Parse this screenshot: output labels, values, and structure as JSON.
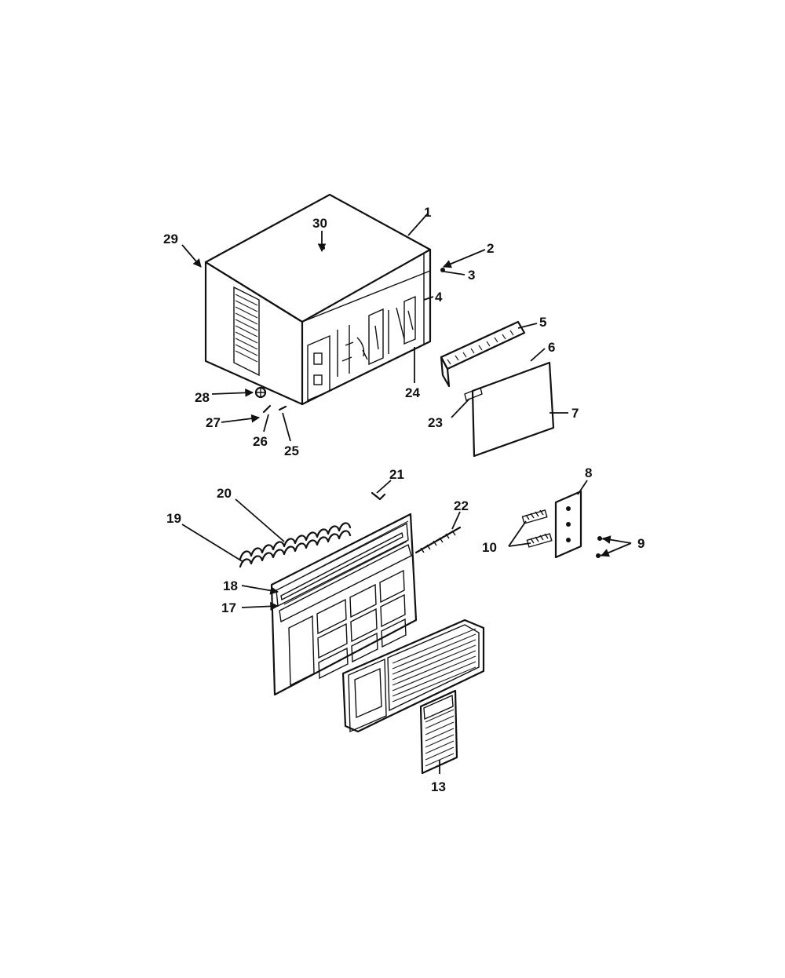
{
  "diagram": {
    "labels": {
      "p1": "1",
      "p2": "2",
      "p3": "3",
      "p4": "4",
      "p5": "5",
      "p6": "6",
      "p7": "7",
      "p8": "8",
      "p9": "9",
      "p10": "10",
      "p13": "13",
      "p17": "17",
      "p18": "18",
      "p19": "19",
      "p20": "20",
      "p21": "21",
      "p22": "22",
      "p23": "23",
      "p24": "24",
      "p25": "25",
      "p26": "26",
      "p27": "27",
      "p28": "28",
      "p29": "29",
      "p30": "30"
    }
  }
}
